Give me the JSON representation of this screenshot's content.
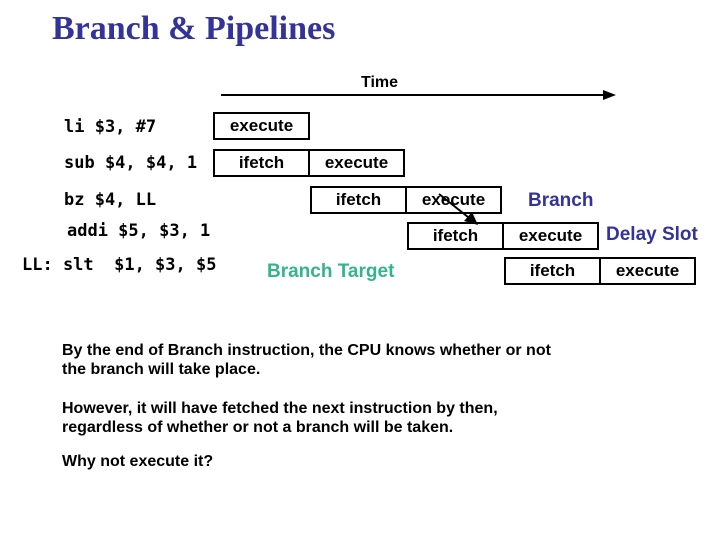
{
  "title": "Branch & Pipelines",
  "time": {
    "label": "Time"
  },
  "instructions": [
    "li $3, #7",
    "sub $4, $4, 1",
    "bz $4, LL",
    "addi $5, $3, 1",
    "LL: slt  $1, $3, $5"
  ],
  "stages": {
    "ifetch": "ifetch",
    "execute": "execute"
  },
  "annotations": {
    "branch": {
      "text": "Branch",
      "color": "#333399"
    },
    "delay_slot": {
      "text": "Delay Slot",
      "color": "#333399"
    },
    "branch_target": {
      "text": "Branch Target",
      "color": "#33B48E"
    }
  },
  "body": {
    "p1": {
      "line1": "By the end of Branch instruction, the CPU knows whether or not",
      "line2": "the branch will take place."
    },
    "p2": {
      "line1": "However, it will have fetched the next instruction by then,",
      "line2": "regardless of whether or not a branch will be taken."
    },
    "p3": "Why not execute it?"
  },
  "colors": {
    "title": "#333399",
    "body_text": "#000000",
    "background": "#FFFFFF",
    "box_border": "#000000"
  }
}
